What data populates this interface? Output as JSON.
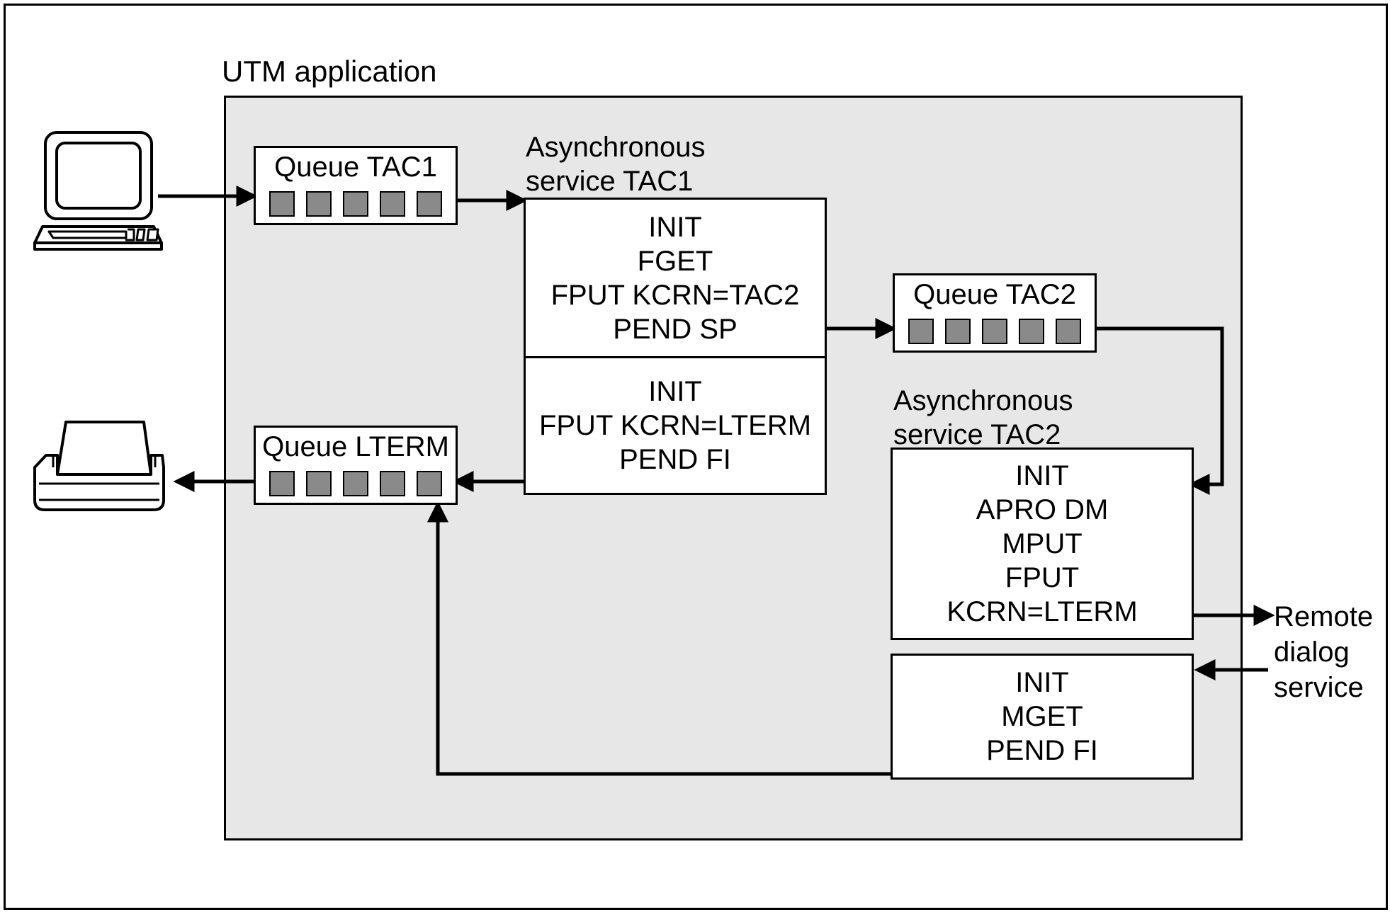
{
  "diagram": {
    "title": "UTM application",
    "queues": {
      "tac1": {
        "label": "Queue TAC1",
        "slots": 5
      },
      "tac2": {
        "label": "Queue TAC2",
        "slots": 5
      },
      "lterm": {
        "label": "Queue LTERM",
        "slots": 5
      }
    },
    "services": {
      "tac1_label": [
        "Asynchronous",
        "service TAC1"
      ],
      "tac2_label": [
        "Asynchronous",
        "service TAC2"
      ],
      "tac1_upper_lines": [
        "INIT",
        "FGET",
        "FPUT KCRN=TAC2",
        "PEND SP"
      ],
      "tac1_lower_lines": [
        "INIT",
        "FPUT KCRN=LTERM",
        "PEND FI"
      ],
      "tac2_lines": [
        "INIT",
        "APRO DM",
        "MPUT",
        "FPUT",
        "KCRN=LTERM"
      ],
      "remote_reply_lines": [
        "INIT",
        "MGET",
        "PEND FI"
      ]
    },
    "remote_label": [
      "Remote",
      "dialog",
      "service"
    ],
    "icons": {
      "terminal": "terminal-icon",
      "printer": "printer-icon"
    },
    "colors": {
      "canvas_bg": "#ffffff",
      "app_bg": "#e7e7e7",
      "stroke": "#000000",
      "slot_fill": "#8a8a8a"
    }
  }
}
